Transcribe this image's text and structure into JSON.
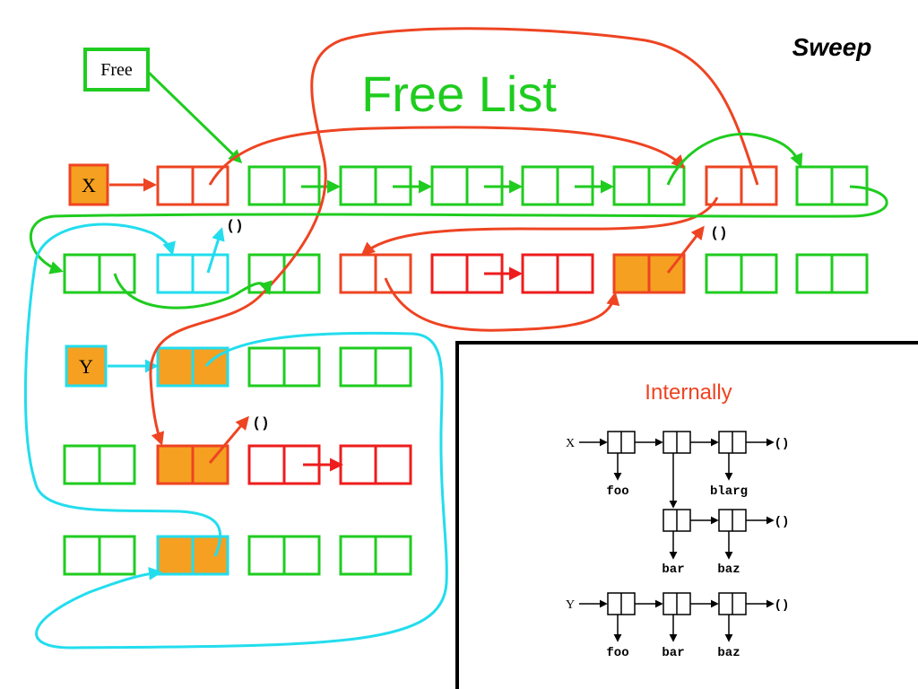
{
  "title": "Sweep",
  "heading": "Free List",
  "labels": {
    "free": "Free",
    "x": "X",
    "y": "Y",
    "nil": "()"
  },
  "colors": {
    "green": "#1fcc1f",
    "red": "#ee1c1c",
    "orange_red": "#ee4422",
    "cyan": "#22ddee",
    "orange_fill": "#f5a020",
    "black": "#000000"
  },
  "inset": {
    "title": "Internally",
    "labels": {
      "x": "X",
      "y": "Y",
      "nil": "()"
    },
    "words": {
      "foo": "foo",
      "blarg": "blarg",
      "bar": "bar",
      "baz": "baz"
    }
  }
}
